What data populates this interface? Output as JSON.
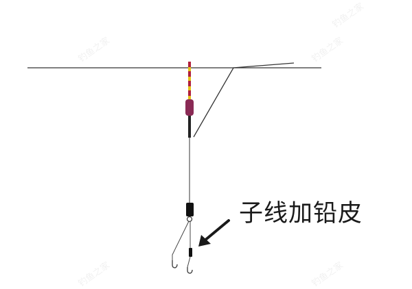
{
  "annotation": {
    "text": "子线加铅皮"
  },
  "colors": {
    "line": "#333333",
    "float_red": "#b01f3c",
    "float_yellow": "#e5c21a",
    "float_body": "#8a2a55",
    "stem": "#222222",
    "weight": "#111111"
  },
  "watermarks": [
    "钓鱼之家",
    "钓鱼之家",
    "钓鱼之家",
    "钓鱼之家",
    "钓鱼之家"
  ]
}
